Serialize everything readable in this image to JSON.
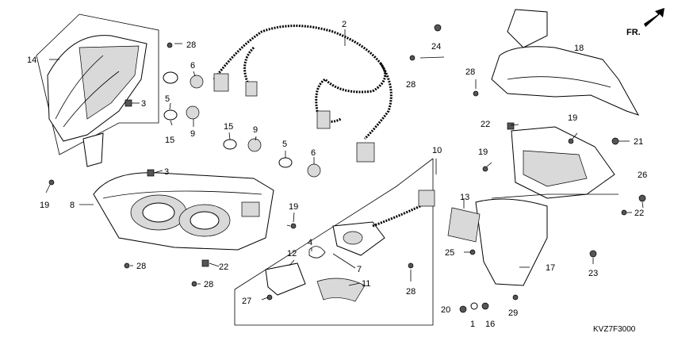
{
  "diagram_code": "KVZ7F3000",
  "direction_label": "FR.",
  "callouts": {
    "c1": "1",
    "c2": "2",
    "c3a": "3",
    "c3b": "3",
    "c4": "4",
    "c5a": "5",
    "c5b": "5",
    "c6a": "6",
    "c6b": "6",
    "c7": "7",
    "c8": "8",
    "c9a": "9",
    "c9b": "9",
    "c10": "10",
    "c11": "11",
    "c12": "12",
    "c13": "13",
    "c14": "14",
    "c15a": "15",
    "c15b": "15",
    "c16": "16",
    "c17": "17",
    "c18": "18",
    "c19a": "19",
    "c19b": "19",
    "c19c": "19",
    "c19d": "19",
    "c20": "20",
    "c21": "21",
    "c22a": "22",
    "c22b": "22",
    "c22c": "22",
    "c23": "23",
    "c24": "24",
    "c25": "25",
    "c26": "26",
    "c27": "27",
    "c28a": "28",
    "c28b": "28",
    "c28c": "28",
    "c28d": "28",
    "c28e": "28",
    "c28f": "28",
    "c29": "29"
  }
}
